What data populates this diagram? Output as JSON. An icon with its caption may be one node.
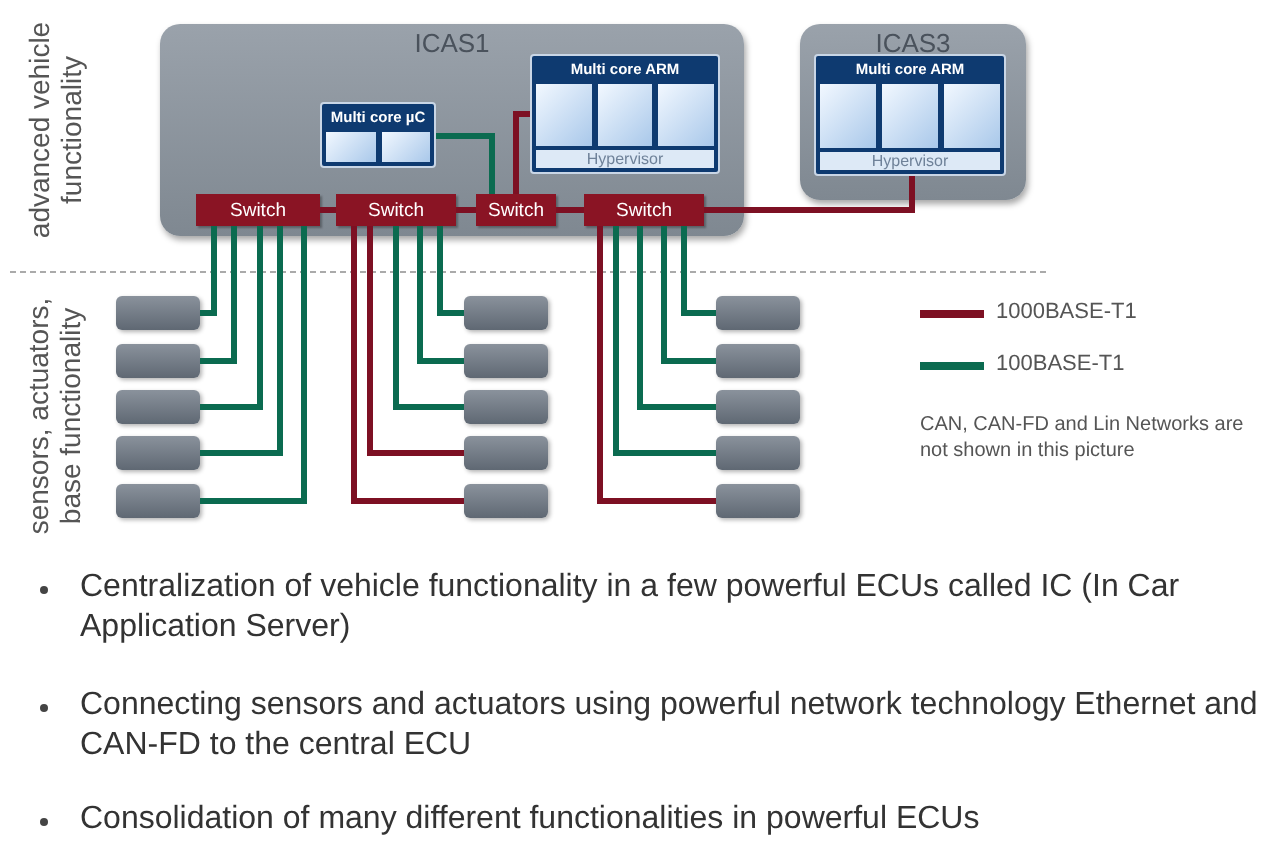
{
  "diagram": {
    "nodes": [
      {
        "text": [
          "ICAS1"
        ]
      },
      {
        "text": [
          "Multi core µC"
        ],
        "in": 0
      },
      {
        "text": [
          "Multi core ARM",
          "Hypervisor"
        ],
        "in": 0
      },
      {
        "text": [
          "Switch"
        ],
        "in": 0
      },
      {
        "text": [
          "Switch"
        ],
        "in": 0
      },
      {
        "text": [
          "Switch"
        ],
        "in": 0
      },
      {
        "text": [
          "Switch"
        ],
        "in": 0
      },
      {
        "text": [
          "ICAS3"
        ]
      },
      {
        "text": [
          "Multi core ARM",
          "Hypervisor"
        ],
        "in": 7
      },
      {
        "text": [],
        "shape": "box"
      },
      {
        "text": [],
        "shape": "box"
      },
      {
        "text": [],
        "shape": "box"
      },
      {
        "text": [],
        "shape": "box"
      },
      {
        "text": [],
        "shape": "box"
      },
      {
        "text": [],
        "shape": "box"
      },
      {
        "text": [],
        "shape": "box"
      },
      {
        "text": [],
        "shape": "box"
      },
      {
        "text": [],
        "shape": "box"
      },
      {
        "text": [],
        "shape": "box"
      },
      {
        "text": [],
        "shape": "box"
      },
      {
        "text": [],
        "shape": "box"
      },
      {
        "text": [],
        "shape": "box"
      },
      {
        "text": [],
        "shape": "box"
      },
      {
        "text": [],
        "shape": "box"
      }
    ],
    "edges": [
      {
        "from": 3,
        "to": 4,
        "arrow": "none",
        "color": "#7d1023"
      },
      {
        "from": 4,
        "to": 5,
        "arrow": "none",
        "color": "#7d1023"
      },
      {
        "from": 5,
        "to": 6,
        "arrow": "none",
        "color": "#7d1023"
      },
      {
        "from": 5,
        "to": 1,
        "arrow": "none"
      },
      {
        "from": 5,
        "to": 2,
        "arrow": "none",
        "color": "#7d1023"
      },
      {
        "from": 6,
        "to": 8,
        "arrow": "none",
        "color": "#7d1023"
      },
      {
        "from": 3,
        "to": 9,
        "arrow": "none"
      },
      {
        "from": 3,
        "to": 10,
        "arrow": "none"
      },
      {
        "from": 3,
        "to": 11,
        "arrow": "none"
      },
      {
        "from": 3,
        "to": 12,
        "arrow": "none"
      },
      {
        "from": 3,
        "to": 13,
        "arrow": "none"
      },
      {
        "from": 4,
        "to": 14,
        "arrow": "none"
      },
      {
        "from": 4,
        "to": 15,
        "arrow": "none"
      },
      {
        "from": 4,
        "to": 16,
        "arrow": "none"
      },
      {
        "from": 4,
        "to": 17,
        "arrow": "none",
        "color": "#7d1023"
      },
      {
        "from": 4,
        "to": 18,
        "arrow": "none",
        "color": "#7d1023"
      },
      {
        "from": 6,
        "to": 19,
        "arrow": "none"
      },
      {
        "from": 6,
        "to": 20,
        "arrow": "none"
      },
      {
        "from": 6,
        "to": 21,
        "arrow": "none"
      },
      {
        "from": 6,
        "to": 22,
        "arrow": "none"
      },
      {
        "from": 6,
        "to": 23,
        "arrow": "none",
        "color": "#7d1023"
      }
    ],
    "labels": [
      "advanced vehicle functionality",
      "sensors, actuators, base functionality",
      "CAN, CAN-FD and Lin Networks are not shown in this picture",
      "Centralization of vehicle functionality in a few powerful ECUs called IC (In Car Application Server)",
      "Connecting sensors and actuators using powerful network technology Ethernet and CAN-FD to the central ECU",
      "Consolidation of many different functionalities in powerful ECUs"
    ],
    "legend": [
      {
        "text": "1000BASE-T1"
      },
      {
        "text": "100BASE-T1"
      }
    ]
  }
}
